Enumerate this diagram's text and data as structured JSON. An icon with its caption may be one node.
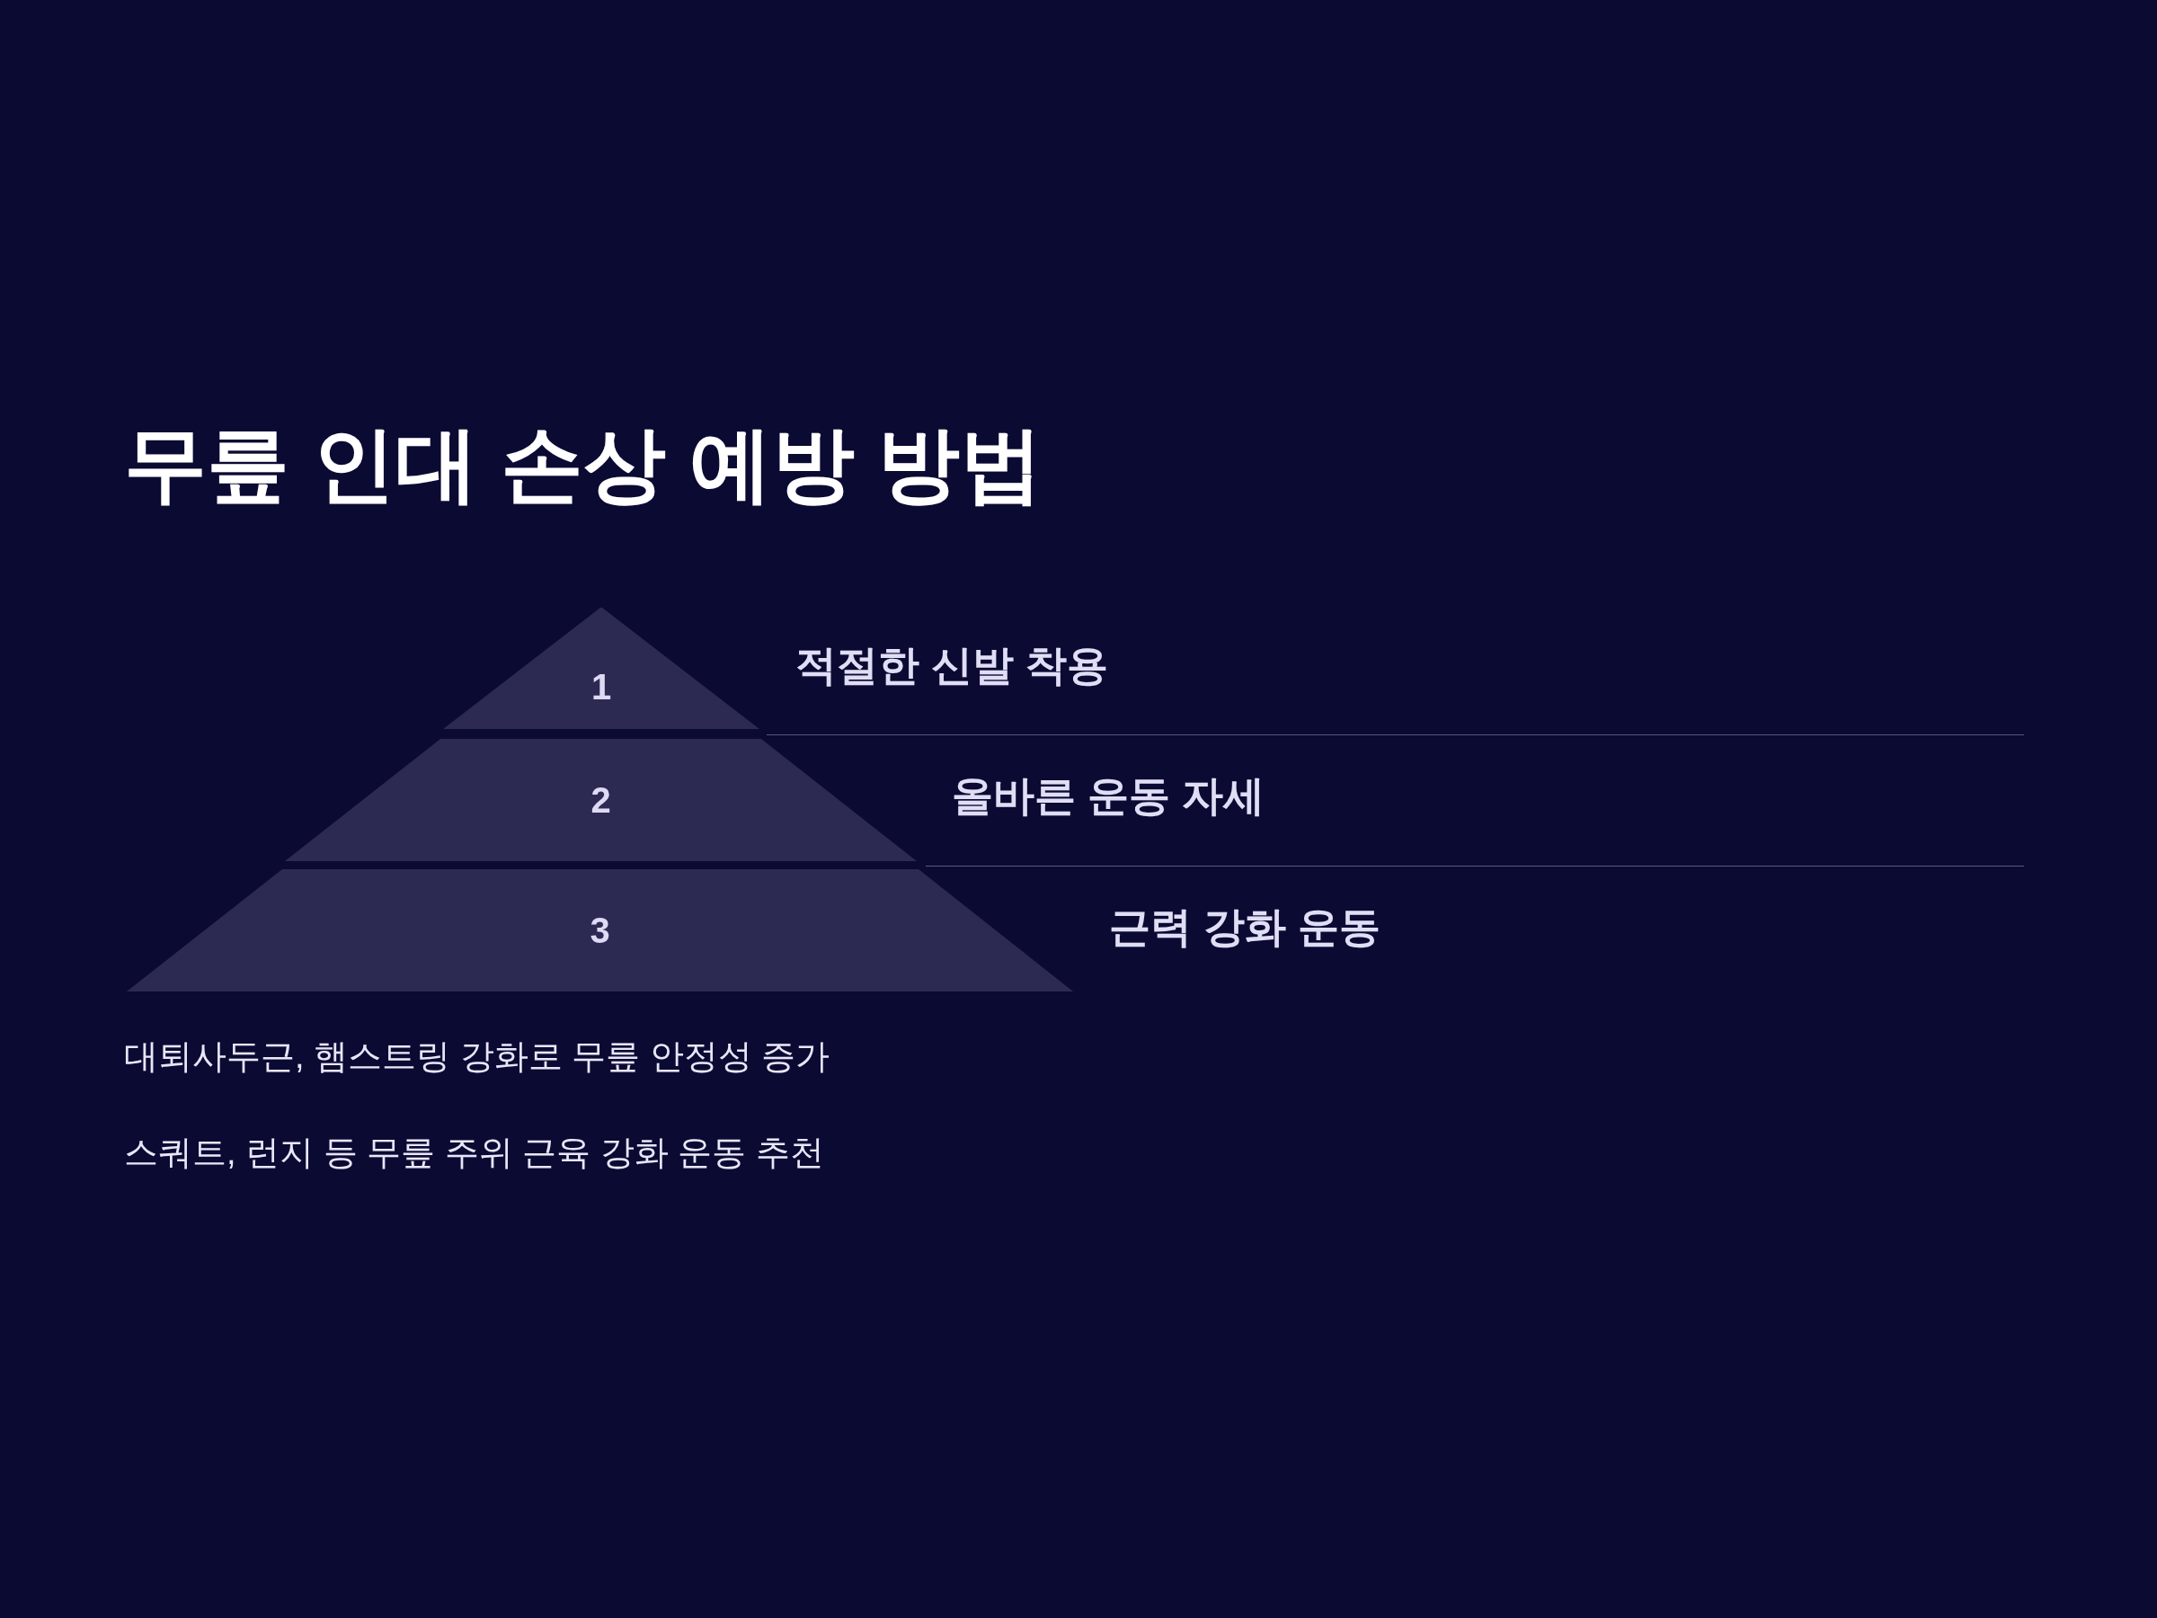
{
  "diagram": {
    "title": "무릎 인대 손상 예방 방법",
    "nodes": [
      {
        "text": [
          "1"
        ],
        "beside": [
          "적절한 신발 착용"
        ]
      },
      {
        "text": [
          "2"
        ],
        "beside": [
          "올바른 운동 자세"
        ]
      },
      {
        "text": [
          "3"
        ],
        "beside": [
          "근력 강화 운동"
        ]
      }
    ],
    "labels": [
      "대퇴사두근, 햄스트링 강화로 무릎 안정성 증가",
      "스쿼트, 런지 등 무릎 주위 근육 강화 운동 추천"
    ]
  }
}
